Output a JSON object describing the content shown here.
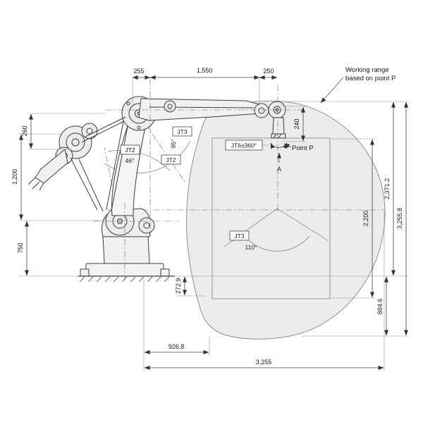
{
  "figure": {
    "name": "Robot working range side view",
    "note": {
      "line1": "Working range",
      "line2": "based on point P"
    },
    "labels": {
      "jt3_upper": "JT3",
      "jt2_a": "JT2",
      "jt2_a_angle": "46°",
      "jt2_b": "JT2",
      "jt3_swing_angle": "95°",
      "jt6": "JT6±360°",
      "point_p": "Point P",
      "section_a": "A",
      "jt3_lower": "JT3",
      "jt3_lower_angle": "110°"
    },
    "dimensions": {
      "top_left": "255",
      "top_mid": "1,550",
      "top_right": "250",
      "flange_length": "240",
      "left_upper": "260",
      "left_mid": "1,200",
      "left_lower": "750",
      "right_rect_height": "2,200",
      "right_upper_total": "2,371.2",
      "right_full_total": "3,255.8",
      "right_below_base": "884.6",
      "below_base_left": "272.9",
      "bottom_inner": "926.8",
      "bottom_total": "3,255"
    },
    "colors": {
      "envelope_fill": "#ececec",
      "line": "#3c3c3c"
    }
  }
}
